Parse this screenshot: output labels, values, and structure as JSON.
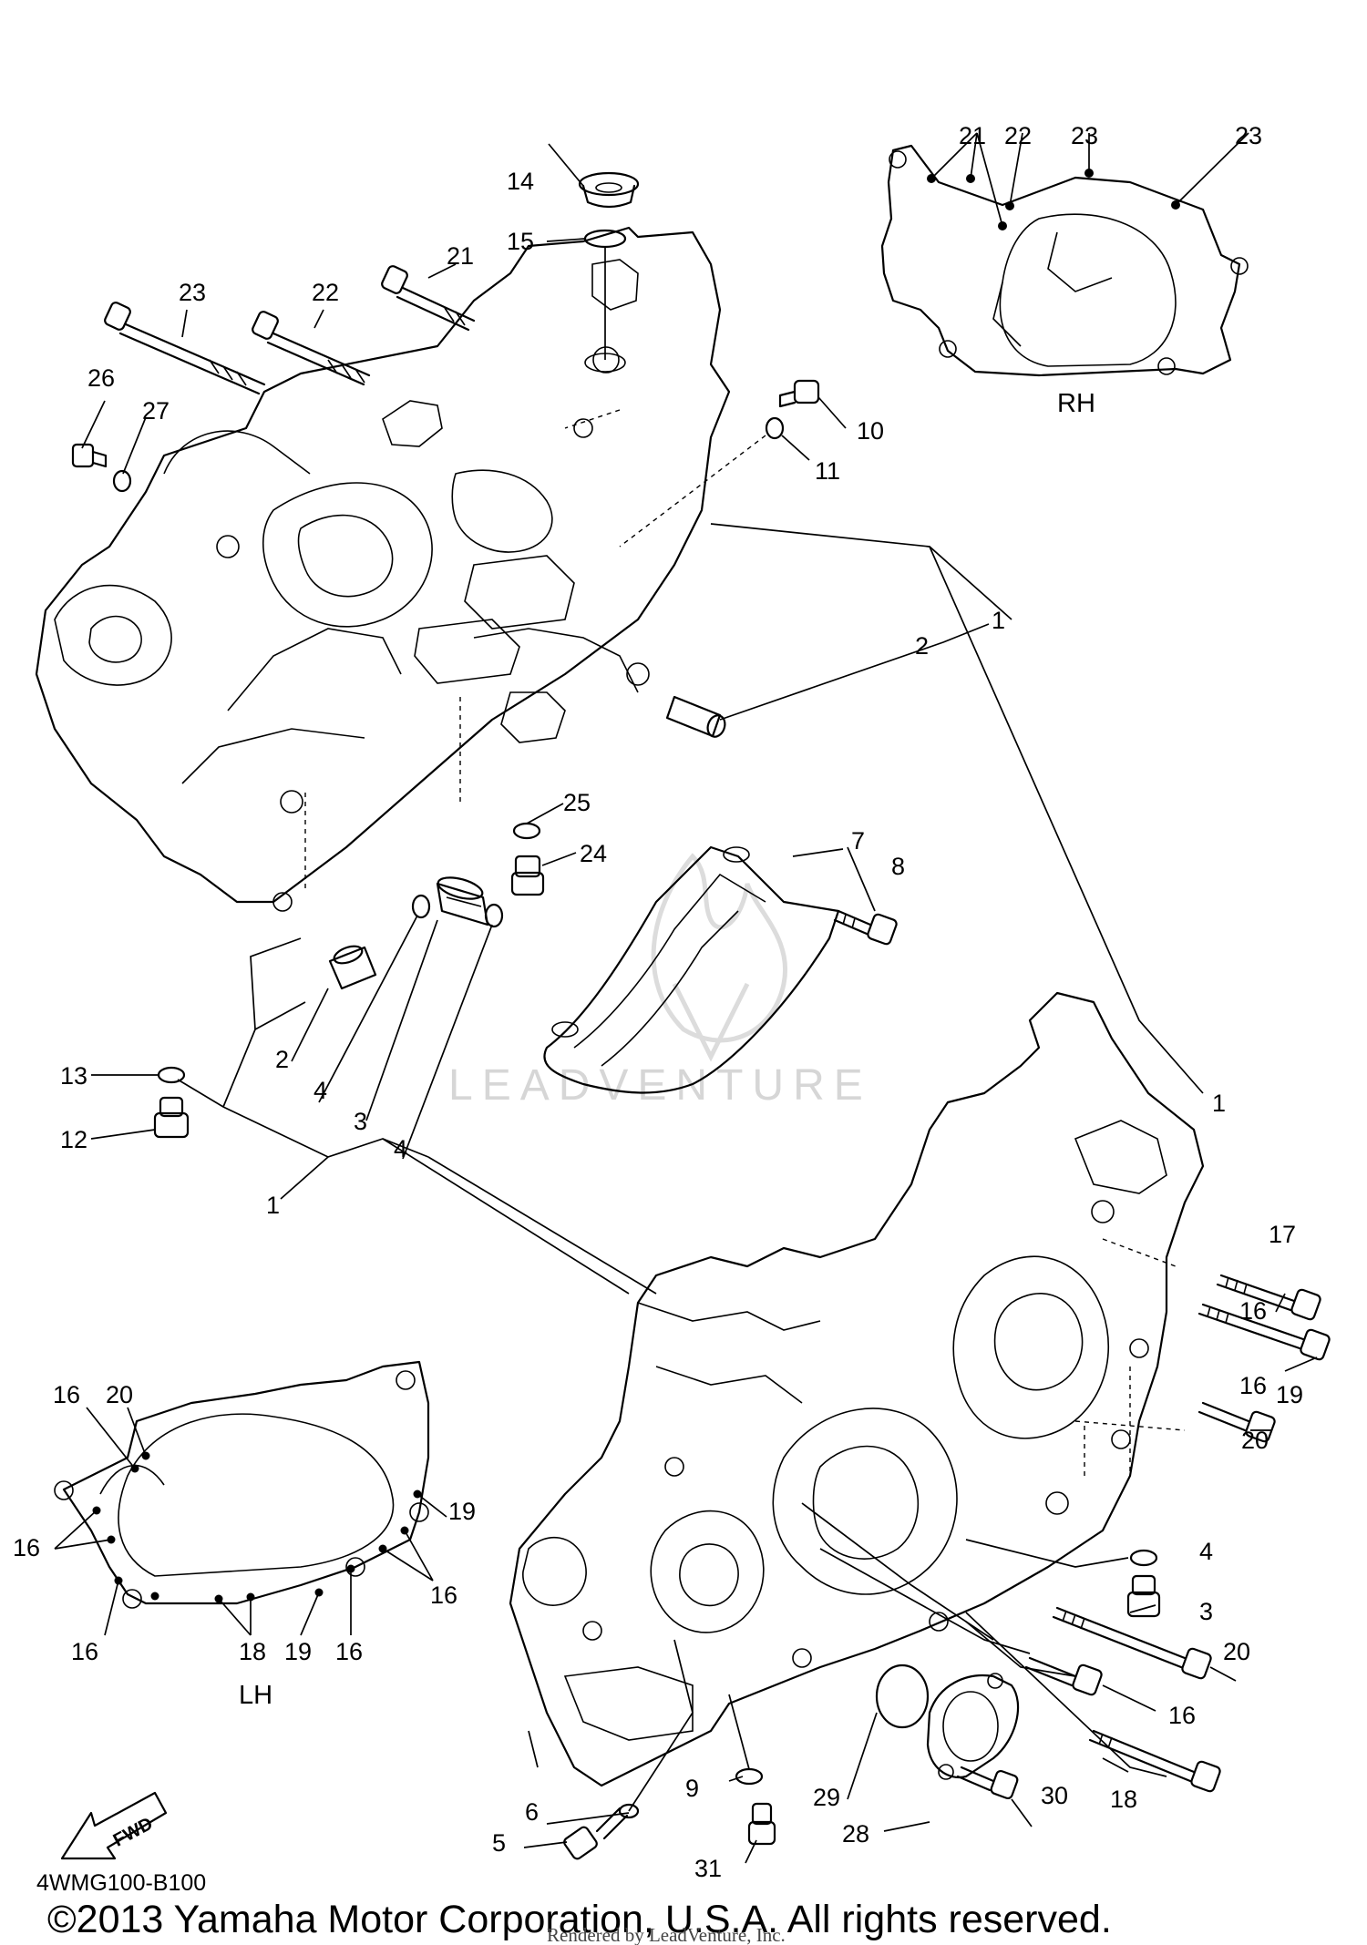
{
  "diagram": {
    "views": {
      "rh": "RH",
      "lh": "LH"
    },
    "watermark": "LEADVENTURE",
    "direction": "FWD",
    "code": "4WMG100-B100",
    "copyright": "©2013 Yamaha Motor Corporation, U.S.A. All rights reserved.",
    "rendered_by": "Rendered by LeadVenture, Inc."
  },
  "callouts": [
    "1",
    "2",
    "2",
    "3",
    "4",
    "4",
    "1",
    "1",
    "5",
    "6",
    "7",
    "8",
    "9",
    "10",
    "11",
    "12",
    "13",
    "14",
    "15",
    "16",
    "17",
    "16",
    "18",
    "19",
    "20",
    "21",
    "22",
    "23",
    "24",
    "25",
    "26",
    "27",
    "28",
    "29",
    "30",
    "31",
    "21",
    "22",
    "23",
    "23",
    "16",
    "20",
    "16",
    "19",
    "16",
    "16",
    "18",
    "19",
    "16",
    "4",
    "3",
    "20",
    "16"
  ],
  "colors": {
    "line": "#000000",
    "watermark": "#d6d6d6"
  }
}
